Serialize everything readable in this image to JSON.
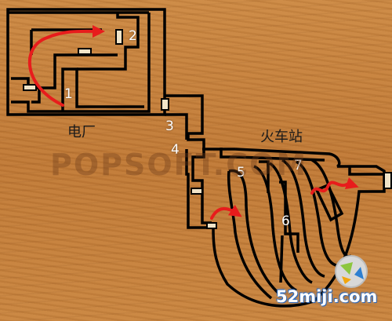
{
  "labels": {
    "power_plant": "电厂",
    "train_station": "火车站"
  },
  "numbers": [
    "1",
    "2",
    "3",
    "4",
    "5",
    "6",
    "7"
  ],
  "watermark": {
    "main": "POPSOFT.COM",
    "site": "52miji.com"
  },
  "colors": {
    "background": "#c7843f",
    "wall": "#000000",
    "arrow": "#e81c1c",
    "label_text": "#ffffff",
    "switch_fill": "#f1e4c8"
  }
}
